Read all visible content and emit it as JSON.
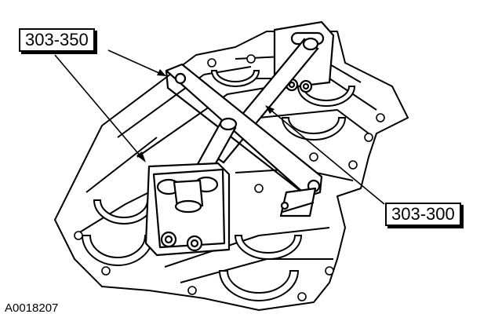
{
  "callouts": {
    "tool_left": "303-350",
    "tool_right": "303-300"
  },
  "figure_id": "A0018207"
}
